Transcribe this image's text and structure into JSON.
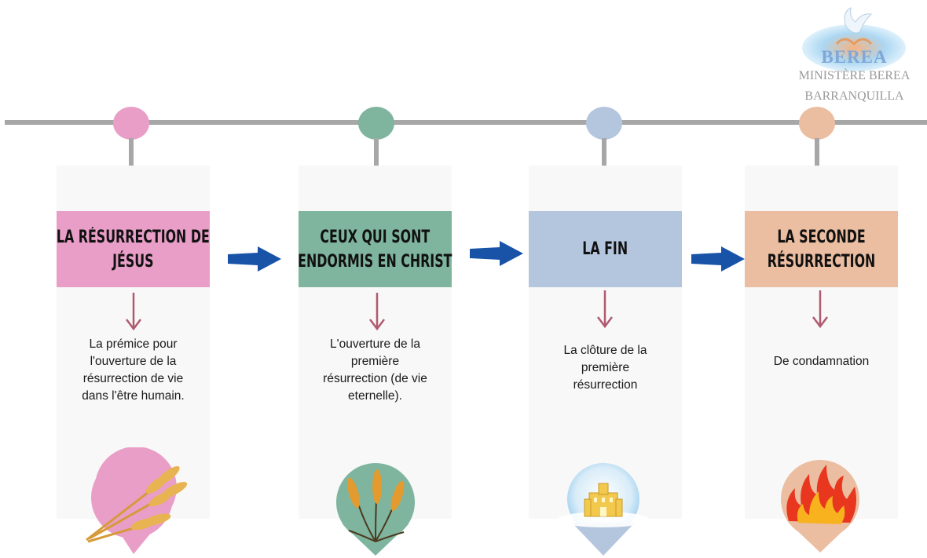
{
  "logo": {
    "name": "BEREA",
    "line1": "MINISTÈRE BEREA",
    "line2": "BARRANQUILLA"
  },
  "stages": [
    {
      "title_line1": "LA RÉSURRECTION DE",
      "title_line2": "JÉSUS",
      "desc_lines": [
        "La prémice pour",
        "l'ouverture de la",
        "résurrection de vie",
        "dans l'être humain."
      ],
      "color": "#e99ec8",
      "icon": "wheat-sheaf-icon"
    },
    {
      "title_line1": "CEUX QUI SONT",
      "title_line2": "ENDORMIS EN CHRIST",
      "desc_lines": [
        "L'ouverture de la",
        "première",
        "résurrection (de vie",
        "eternelle)."
      ],
      "color": "#7fb59f",
      "icon": "wheat-stalks-icon"
    },
    {
      "title_line1": "LA FIN",
      "title_line2": "",
      "desc_lines": [
        "La clôture de la",
        "première",
        "résurrection"
      ],
      "color": "#b4c6de",
      "icon": "heavenly-city-icon"
    },
    {
      "title_line1": "LA SECONDE",
      "title_line2": "RÉSURRECTION",
      "desc_lines": [
        "De condamnation"
      ],
      "color": "#ebbda1",
      "icon": "fire-icon"
    }
  ],
  "colors": {
    "timeline": "#a7a7a7",
    "arrow_blue": "#1853a8",
    "down_arrow": "#b05a70"
  }
}
